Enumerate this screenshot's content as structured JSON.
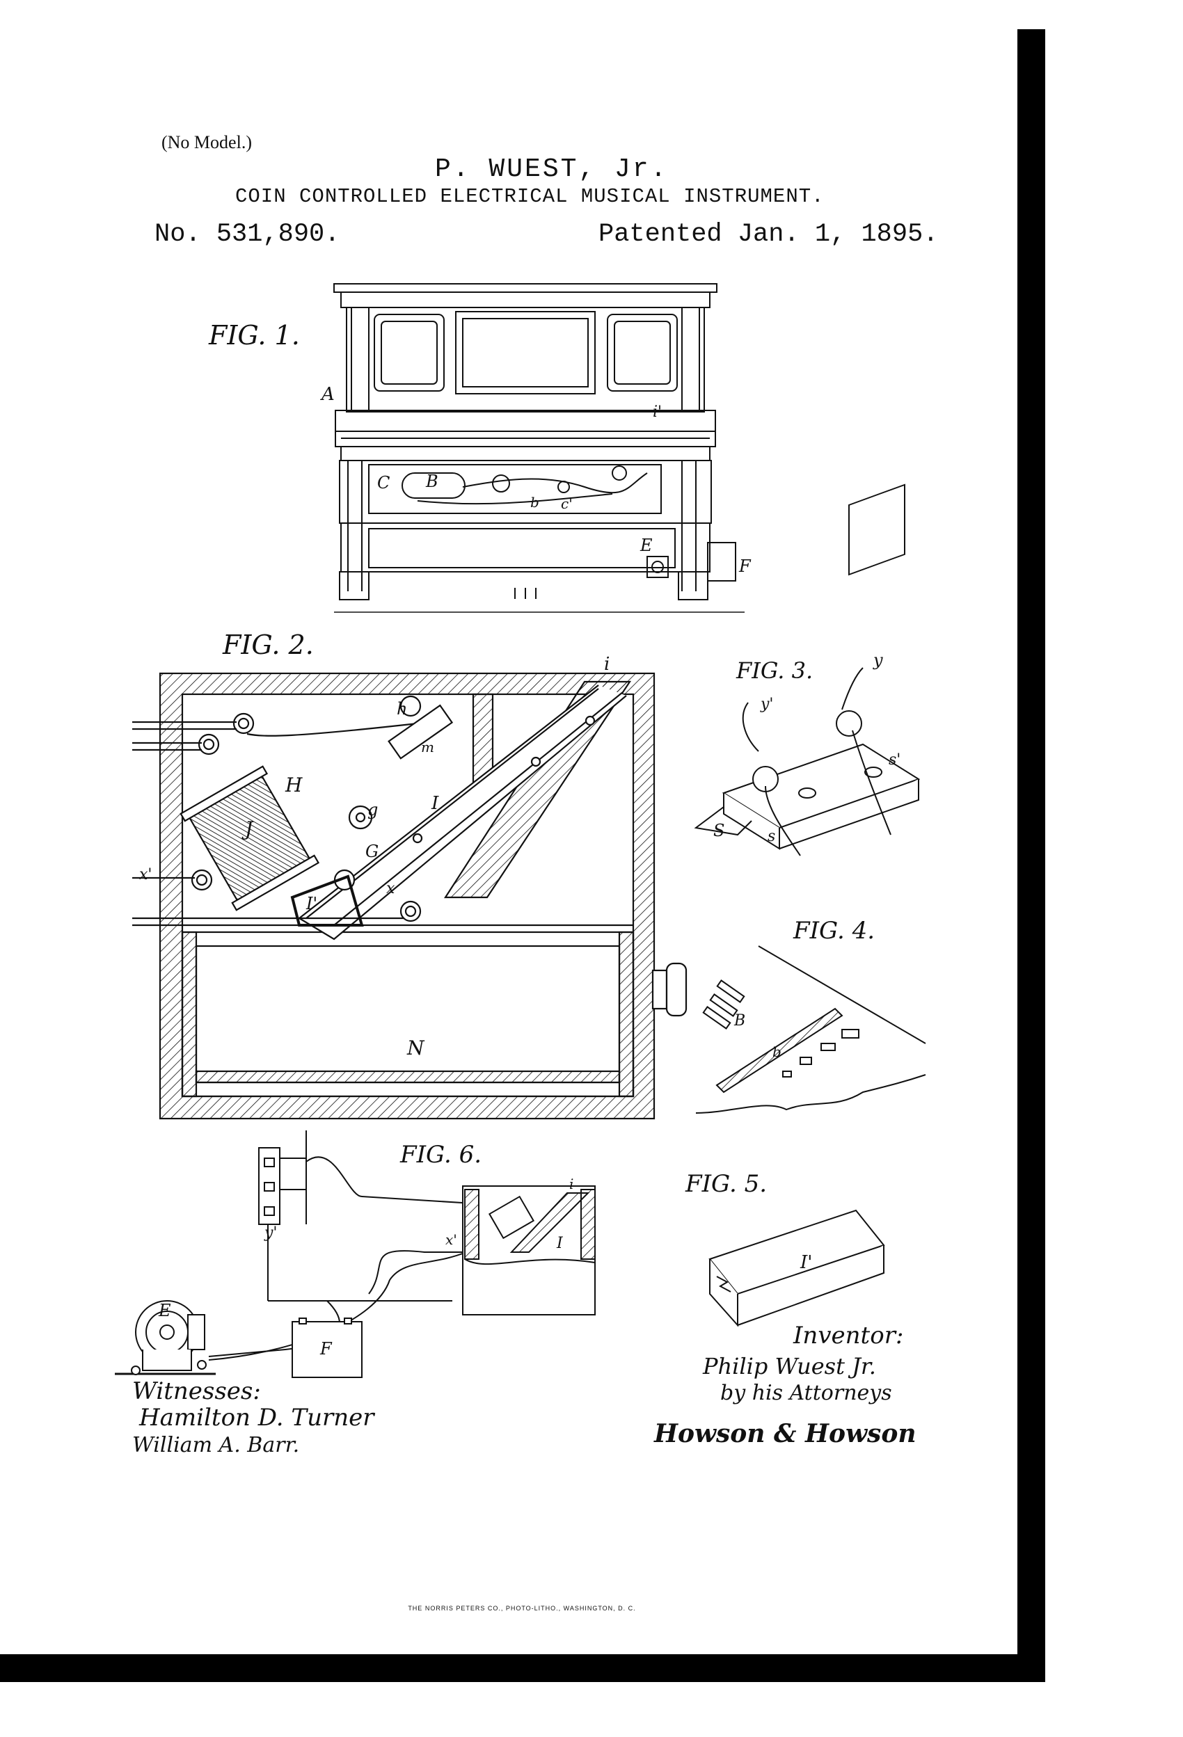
{
  "header": {
    "no_model": "(No Model.)",
    "inventor": "P. WUEST, Jr.",
    "title": "COIN CONTROLLED ELECTRICAL MUSICAL INSTRUMENT.",
    "patent_number": "No. 531,890.",
    "patented": "Patented Jan. 1, 1895."
  },
  "figures": {
    "fig1": "FIG. 1.",
    "fig2": "FIG. 2.",
    "fig3": "FIG. 3.",
    "fig4": "FIG. 4.",
    "fig5": "FIG. 5.",
    "fig6": "FIG. 6."
  },
  "labels": {
    "A": "A",
    "B": "B",
    "C": "C",
    "E": "E",
    "F": "F",
    "H": "H",
    "I": "I",
    "I_prime": "I'",
    "J": "J",
    "N": "N",
    "G": "G",
    "i": "i",
    "i_prime": "i'",
    "h": "h",
    "g": "g",
    "m": "m",
    "x": "x",
    "x_prime": "x'",
    "y": "y",
    "y_prime": "y'",
    "s": "s",
    "s_prime": "s'",
    "S": "S",
    "b": "b",
    "c": "c'",
    "B4": "B",
    "b4": "b"
  },
  "signatures": {
    "witnesses_label": "Witnesses:",
    "witness1": "Hamilton D. Turner",
    "witness2": "William A. Barr.",
    "inventor_label": "Inventor:",
    "inventor_name": "Philip Wuest Jr.",
    "by_attorneys": "by his Attorneys",
    "attorneys": "Howson & Howson"
  },
  "footer": {
    "printer": "THE NORRIS PETERS CO., PHOTO-LITHO., WASHINGTON, D. C."
  },
  "colors": {
    "ink": "#111111",
    "paper": "#ffffff",
    "scan_bar": "#000000"
  }
}
